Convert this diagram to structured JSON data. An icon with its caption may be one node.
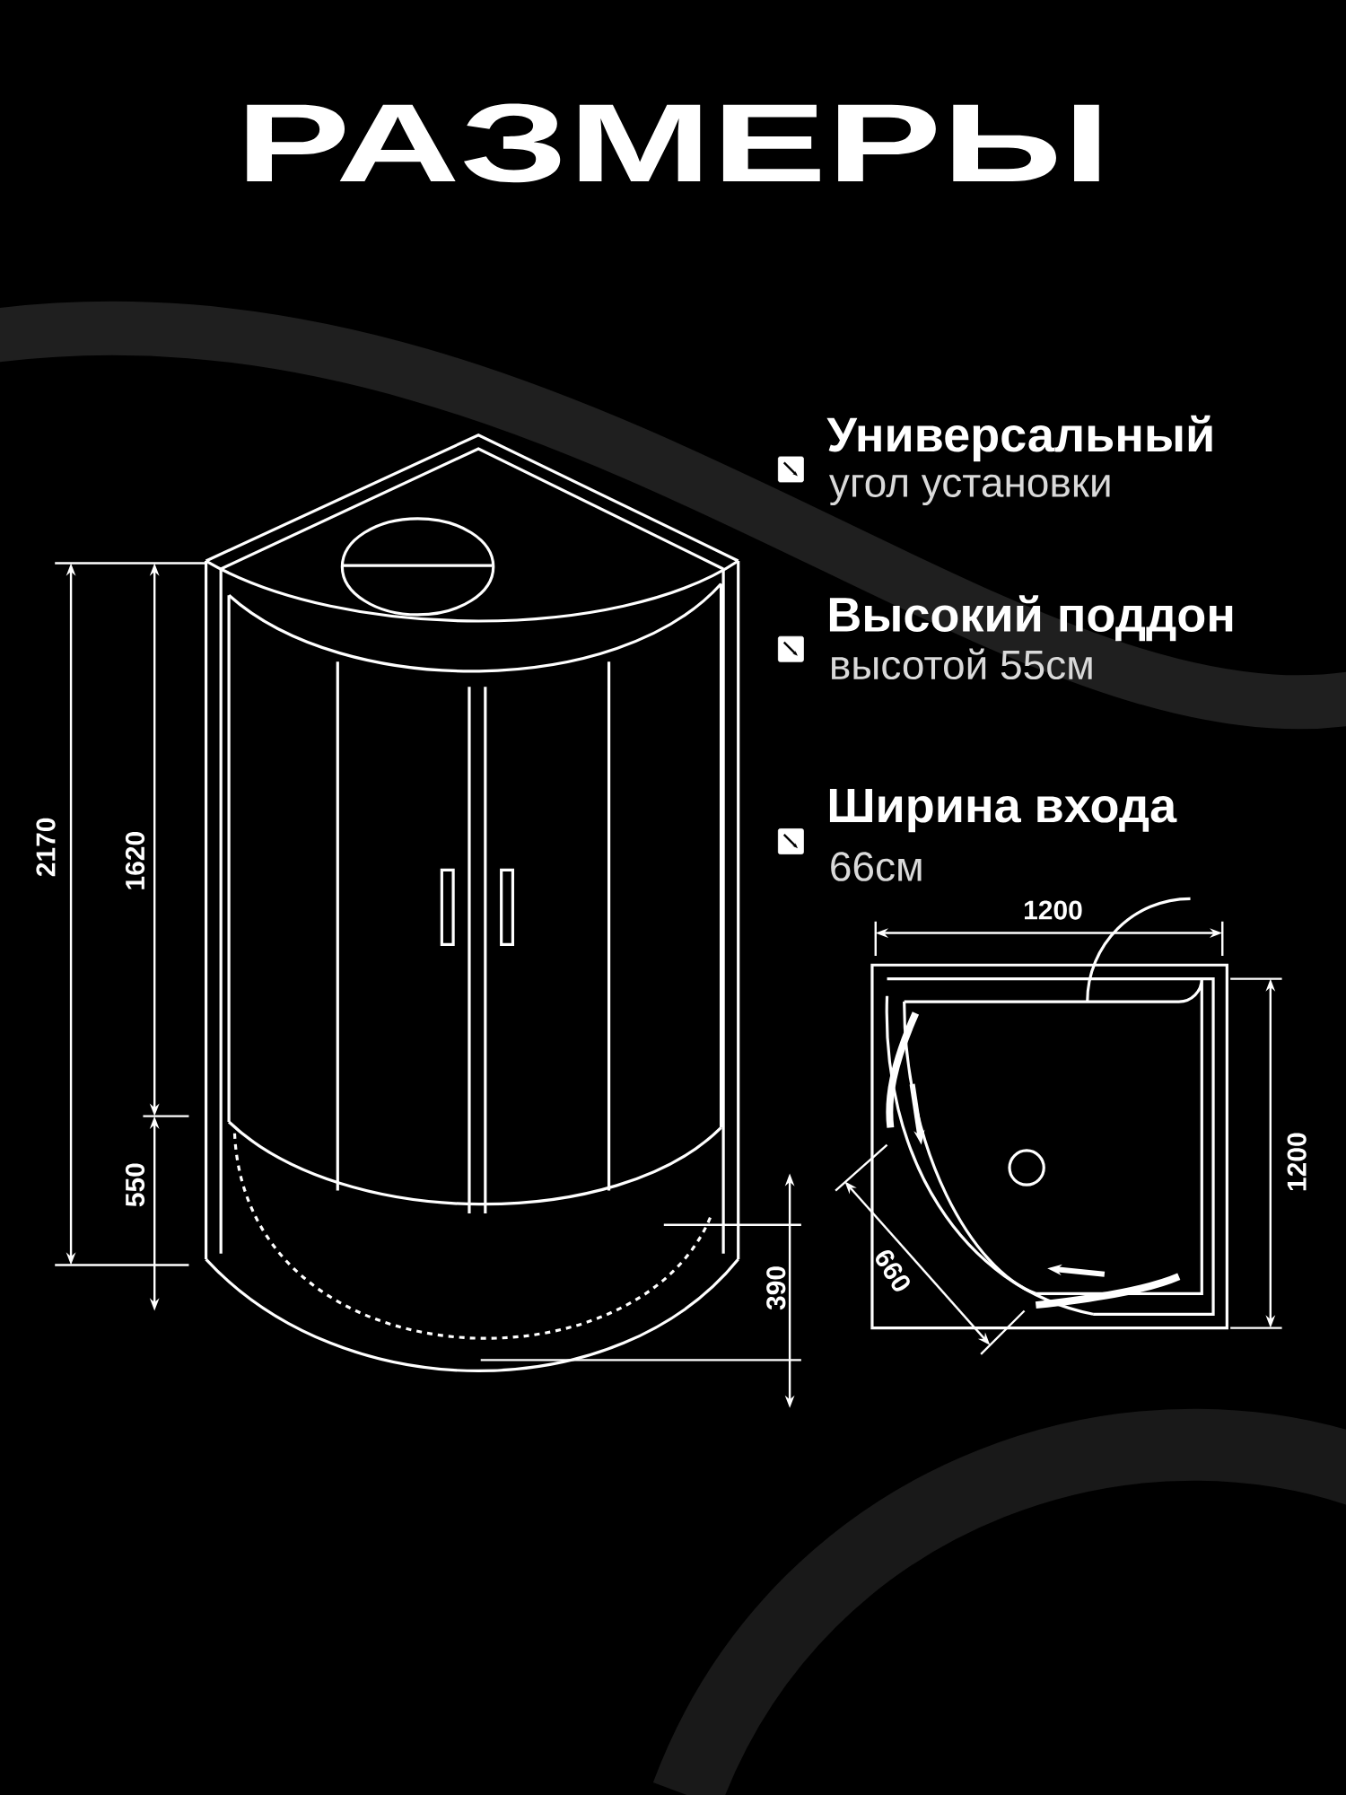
{
  "diagram": {
    "title": "РАЗМЕРЫ",
    "labels": [
      "Универсальный",
      "угол установки",
      "Высокий поддон",
      "высотой 55см",
      "Ширина входа",
      "66см",
      "2170",
      "1620",
      "1200",
      "1200",
      "550",
      "390",
      "660"
    ]
  }
}
